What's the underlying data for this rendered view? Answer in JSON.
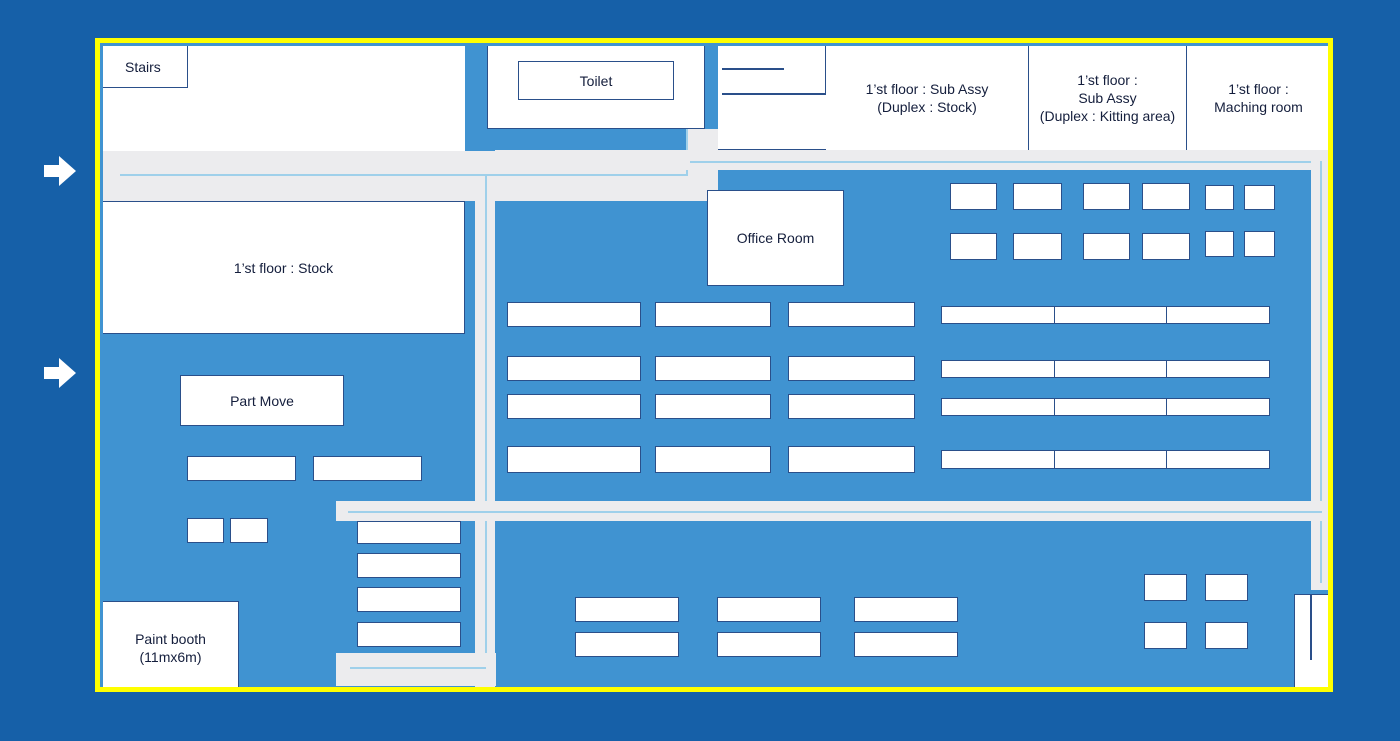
{
  "rooms": {
    "stairs": "Stairs",
    "toilet": "Toilet",
    "sub_assy_stock": "1’st floor : Sub Assy\n(Duplex : Stock)",
    "sub_assy_kitting": "1’st floor :\nSub Assy\n(Duplex : Kitting area)",
    "maching_room": "1’st floor :\nMaching room",
    "stock": "1’st floor : Stock",
    "office_room": "Office Room",
    "part_move": "Part Move",
    "paint_booth": "Paint booth\n(11mx6m)"
  },
  "entrance_arrows": [
    "entrance-arrow",
    "entrance-arrow"
  ],
  "colors": {
    "background": "#1660a8",
    "floor": "#4093d1",
    "border": "#ffff00",
    "aisle": "#ececee",
    "room": "#ffffff",
    "outline": "#2a4f8a"
  }
}
